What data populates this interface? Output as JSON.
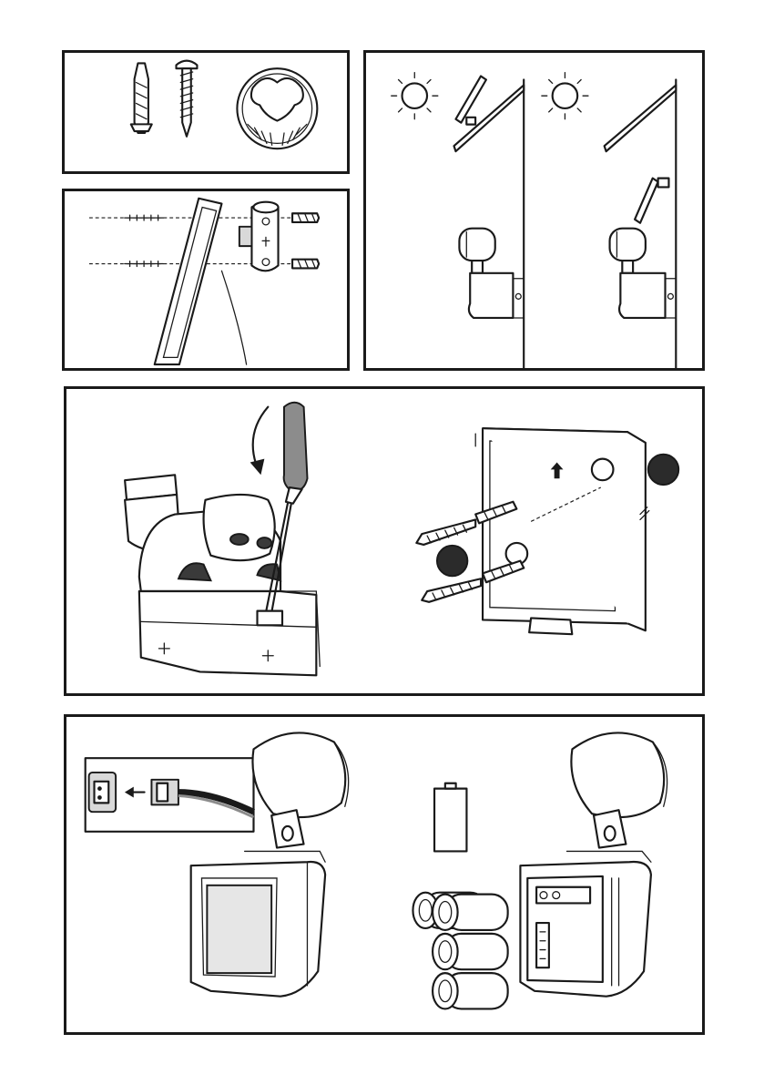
{
  "document": {
    "type": "installation-instructions-illustrations",
    "panels": [
      {
        "id": "p1",
        "content": [
          "wall-plug-icon",
          "screw-icon",
          "bracket-mount-icon"
        ]
      },
      {
        "id": "p2",
        "content": [
          "solar-panel-icon",
          "wall-bracket-icon",
          "screw-icon",
          "wall-plug-icon"
        ]
      },
      {
        "id": "p3",
        "content": [
          "sun-icon",
          "solar-panel-icon",
          "floodlight-icon"
        ]
      },
      {
        "id": "p4",
        "content": [
          "screwdriver-icon",
          "floodlight-icon",
          "rotate-arrow-icon",
          "mounting-plate-icon",
          "screw-icon",
          "wall-plug-icon",
          "up-arrow-icon"
        ]
      },
      {
        "id": "p5",
        "content": [
          "connector-icon",
          "arrow-left-icon",
          "floodlight-icon",
          "battery-icon",
          "battery-compartment-icon"
        ]
      }
    ]
  }
}
